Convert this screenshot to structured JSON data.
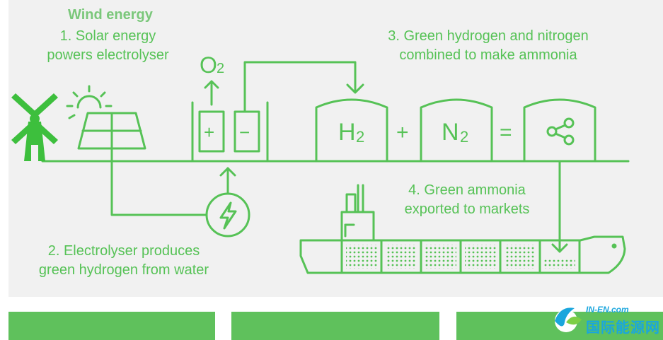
{
  "labels": {
    "wind": "Wind energy",
    "step1": [
      "1. Solar energy",
      "powers electrolyser"
    ],
    "step2": [
      "2. Electrolyser produces",
      "green hydrogen from water"
    ],
    "step3": [
      "3. Green hydrogen and nitrogen",
      "combined to make ammonia"
    ],
    "step4": [
      "4. Green ammonia",
      "exported to markets"
    ]
  },
  "symbols": {
    "oxygen": "O",
    "oxygen_sub": "2",
    "hydrogen": "H",
    "hydrogen_sub": "2",
    "nitrogen": "N",
    "nitrogen_sub": "2",
    "plus": "+",
    "equals": "=",
    "anode": "+",
    "cathode": "−"
  },
  "watermark": {
    "domain": "IN-EN.com",
    "name": "国际能源网"
  },
  "colors": {
    "accent": "#56c256",
    "panel": "#f1f1f1",
    "bars": "#5fc15c",
    "logo": "#1aa6dd"
  }
}
